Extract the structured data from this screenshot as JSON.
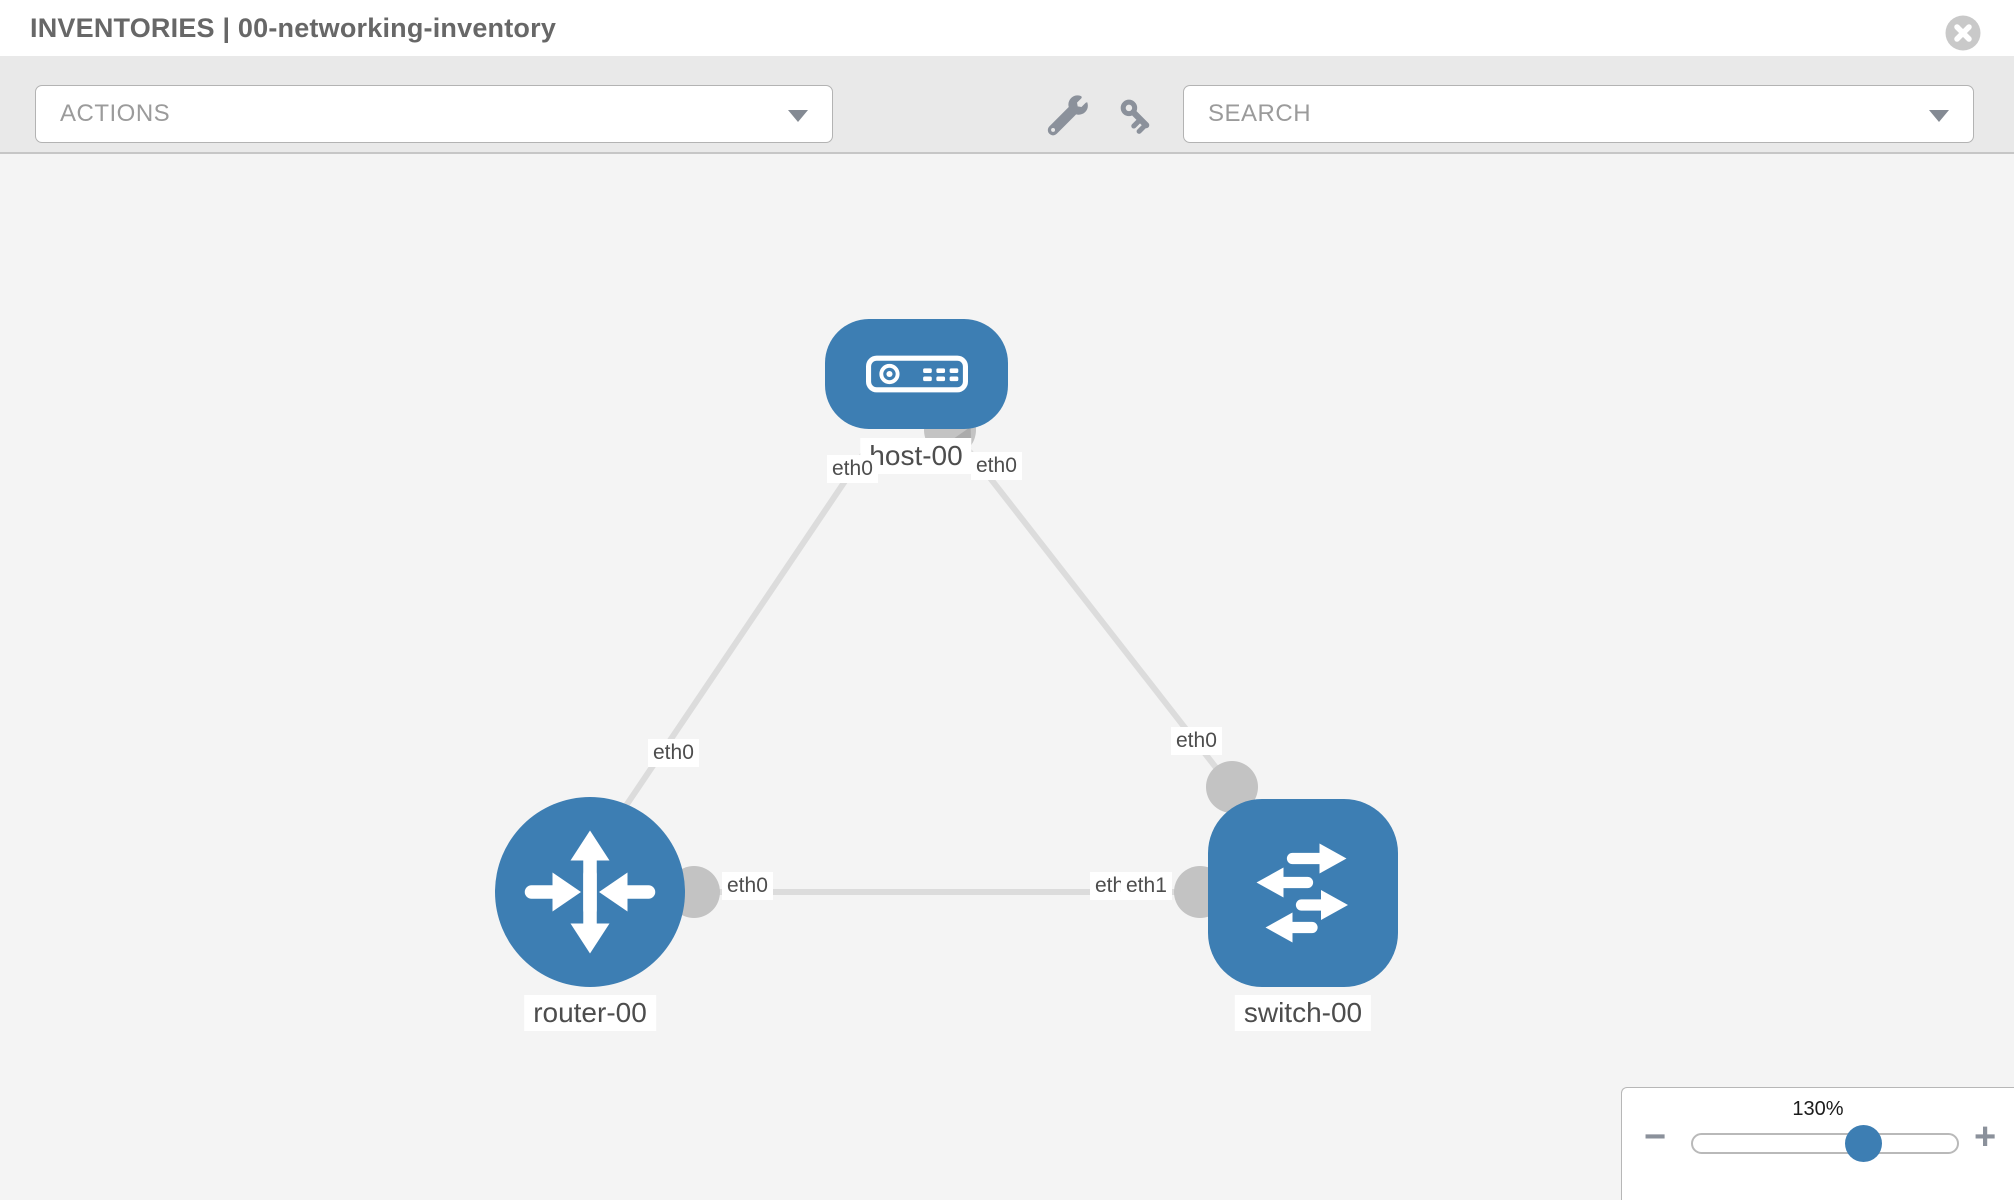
{
  "header": {
    "title": "INVENTORIES | 00-networking-inventory",
    "close_icon": "circle-x"
  },
  "toolbar": {
    "actions_label": "ACTIONS",
    "search_label": "SEARCH",
    "wrench_icon": "wrench",
    "key_icon": "key",
    "chevron_icon": "chevron-down"
  },
  "topology": {
    "nodes": [
      {
        "id": "host-00",
        "type": "host",
        "label": "host-00",
        "icon": "host-device"
      },
      {
        "id": "router-00",
        "type": "router",
        "label": "router-00",
        "icon": "router-arrows"
      },
      {
        "id": "switch-00",
        "type": "switch",
        "label": "switch-00",
        "icon": "switch-arrows"
      }
    ],
    "links": [
      {
        "from": "host-00",
        "to": "router-00"
      },
      {
        "from": "host-00",
        "to": "switch-00"
      },
      {
        "from": "router-00",
        "to": "switch-00"
      }
    ],
    "interfaces": {
      "host_left": "eth0",
      "host_right": "eth0",
      "router_top": "eth0",
      "router_right": "eth0",
      "switch_top": "eth0",
      "switch_left_back": "eth0",
      "switch_left_front": "eth1"
    }
  },
  "zoom_control": {
    "value": "130%",
    "level_percent": 130,
    "minus_label": "−",
    "plus_label": "+"
  },
  "colors": {
    "node_blue": "#3d7eb3",
    "link_gray": "#dcdcdc",
    "port_gray": "#c3c3c3",
    "toolbar_bg": "#e9e9e9",
    "canvas_bg": "#f4f4f4"
  }
}
